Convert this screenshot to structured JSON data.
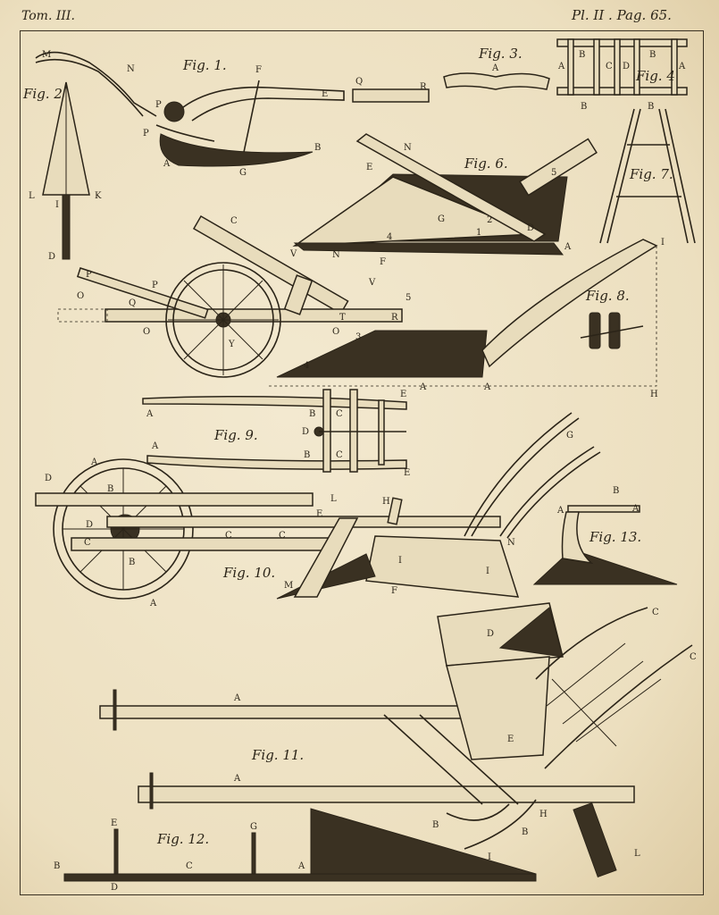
{
  "header": {
    "left": "Tom. III.",
    "right": "Pl. II . Pag. 65."
  },
  "figures": {
    "fig1": "Fig. 1.",
    "fig2": "Fig. 2",
    "fig3": "Fig. 3.",
    "fig4": "Fig. 4",
    "fig6": "Fig. 6.",
    "fig7": "Fig. 7.",
    "fig8": "Fig. 8.",
    "fig9": "Fig. 9.",
    "fig10": "Fig. 10.",
    "fig11": "Fig. 11.",
    "fig12": "Fig. 12.",
    "fig13": "Fig. 13."
  },
  "letters": {
    "M": "M",
    "N": "N",
    "F": "F",
    "Q": "Q",
    "R": "R",
    "P": "P",
    "A": "A",
    "G": "G",
    "B": "B",
    "E": "E",
    "L": "L",
    "K": "K",
    "I": "I",
    "D": "D",
    "C": "C",
    "V": "V",
    "O": "O",
    "T": "T",
    "Y": "Y",
    "H": "H",
    "n3": "3",
    "n4": "4",
    "n5": "5",
    "n1": "1",
    "n2": "2"
  }
}
